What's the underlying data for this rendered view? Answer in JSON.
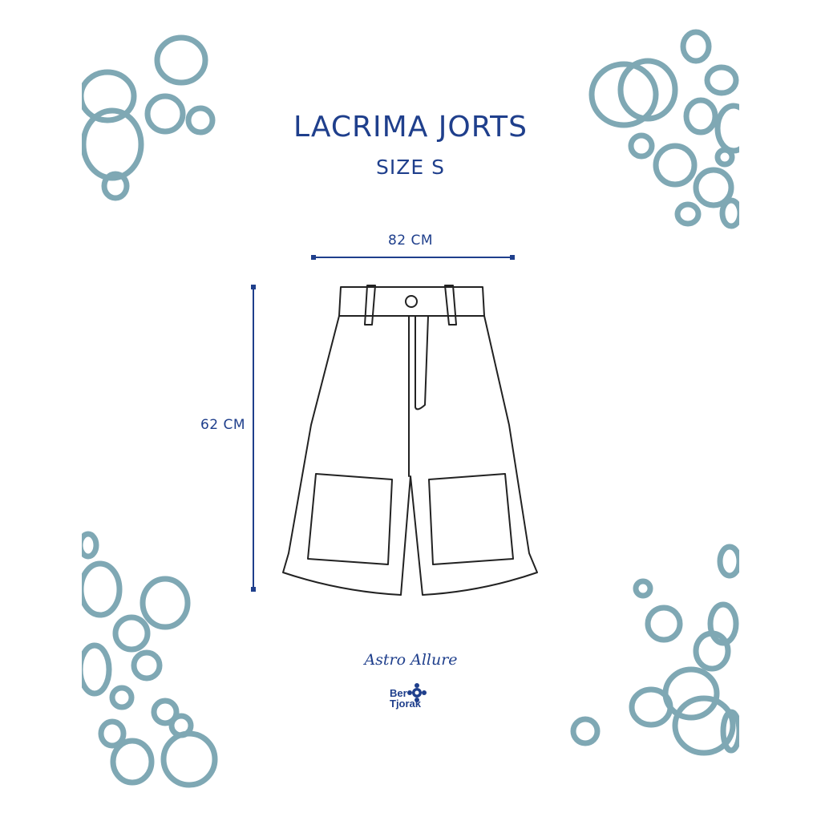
{
  "product": {
    "title": "LACRIMA JORTS",
    "size": "SIZE S"
  },
  "measurements": {
    "width": "82 CM",
    "length": "62 CM"
  },
  "brands": {
    "astro": "Astro Allure",
    "ber_line1": "Ber",
    "ber_line2": "Tjorak"
  },
  "colors": {
    "text": "#1f3f8c",
    "bubbles": "#7fa8b4",
    "outline": "#222222",
    "background": "#ffffff"
  }
}
